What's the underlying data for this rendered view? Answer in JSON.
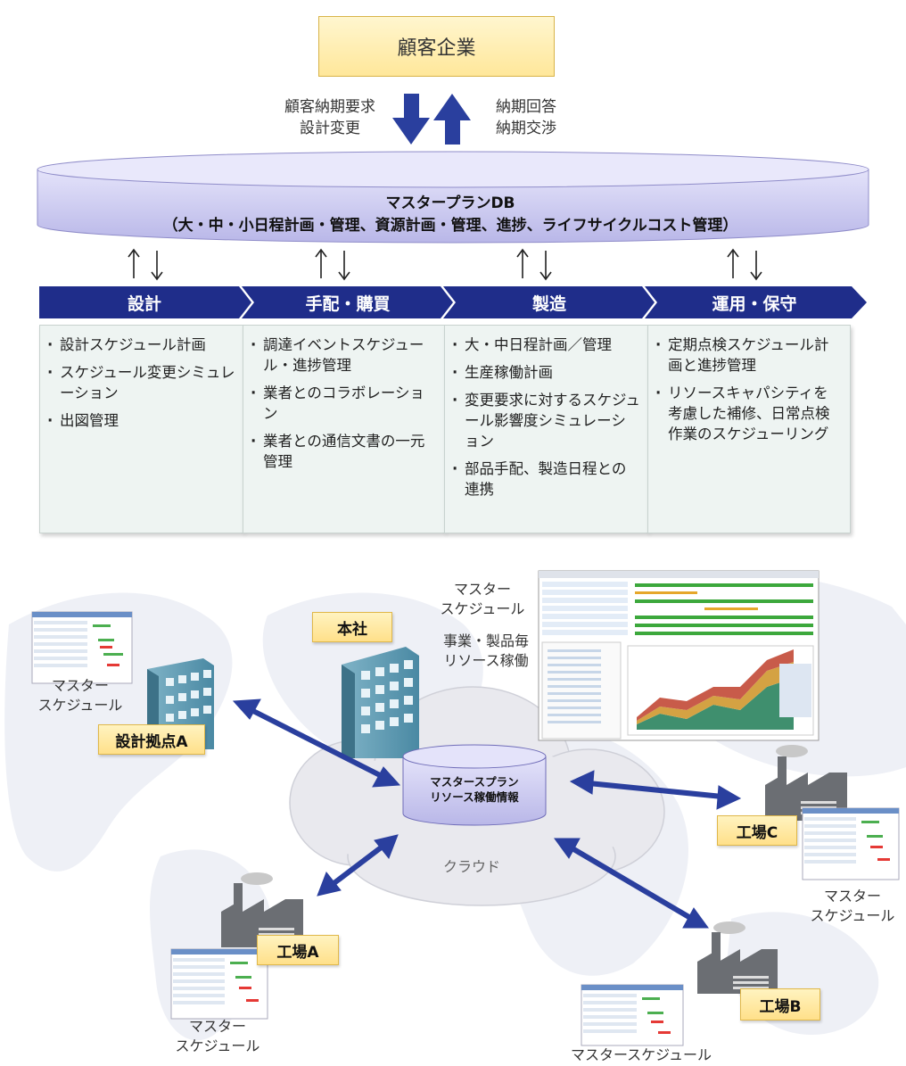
{
  "customer": "顧客企業",
  "flow": {
    "down_lines": [
      "顧客納期要求",
      "設計変更"
    ],
    "up_lines": [
      "納期回答",
      "納期交渉"
    ]
  },
  "masterdb": {
    "title": "マスタープランDB",
    "subtitle": "（大・中・小日程計画・管理、資源計画・管理、進捗、ライフサイクルコスト管理）"
  },
  "phases": [
    {
      "name": "設計",
      "items": [
        "設計スケジュール計画",
        "スケジュール変更シミュレーション",
        "出図管理"
      ]
    },
    {
      "name": "手配・購買",
      "items": [
        "調達イベントスケジュール・進捗管理",
        "業者とのコラボレーション",
        "業者との通信文書の一元管理"
      ]
    },
    {
      "name": "製造",
      "items": [
        "大・中日程計画／管理",
        "生産稼働計画",
        "変更要求に対するスケジュール影響度シミュレーション",
        "部品手配、製造日程との連携"
      ]
    },
    {
      "name": "運用・保守",
      "items": [
        "定期点検スケジュール計画と進捗管理",
        "リソースキャパシティを考慮した補修、日常点検作業のスケジューリング"
      ]
    }
  ],
  "network": {
    "hq": "本社",
    "hq_captions": [
      "マスター",
      "スケジュール",
      "事業・製品毎",
      "リソース稼働"
    ],
    "design_site": "設計拠点A",
    "factory_a": "工場A",
    "factory_b": "工場B",
    "factory_c": "工場C",
    "cloud": "クラウド",
    "center_db": [
      "マスタースプラン",
      "リソース稼働情報"
    ],
    "master_schedule": [
      "マスター",
      "スケジュール"
    ],
    "master_schedule_single": "マスタースケジュール"
  },
  "colors": {
    "phase": "#1f2d8a",
    "arrow": "#2a3f9e",
    "db": "#c9c8ef",
    "tag": "#ffe08a"
  }
}
